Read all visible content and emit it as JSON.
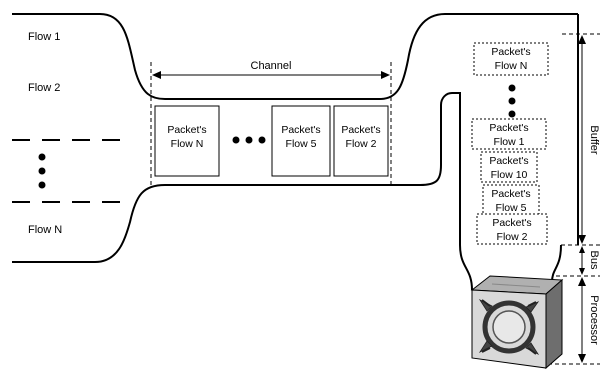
{
  "flows": {
    "flow1": "Flow 1",
    "flow2": "Flow 2",
    "flowN": "Flow N"
  },
  "channel": {
    "label": "Channel",
    "packets": [
      {
        "line1": "Packet's",
        "line2": "Flow N"
      },
      {
        "line1": "Packet's",
        "line2": "Flow 5"
      },
      {
        "line1": "Packet's",
        "line2": "Flow 2"
      }
    ]
  },
  "buffer": {
    "label": "Buffer",
    "packets": [
      {
        "line1": "Packet's",
        "line2": "Flow N"
      },
      {
        "line1": "Packet's",
        "line2": "Flow 1"
      },
      {
        "line1": "Packet's",
        "line2": "Flow 10"
      },
      {
        "line1": "Packet's",
        "line2": "Flow 5"
      },
      {
        "line1": "Packet's",
        "line2": "Flow 2"
      }
    ]
  },
  "bus": {
    "label": "Bus"
  },
  "processor": {
    "label": "Processor",
    "icon": "processor-icon"
  }
}
